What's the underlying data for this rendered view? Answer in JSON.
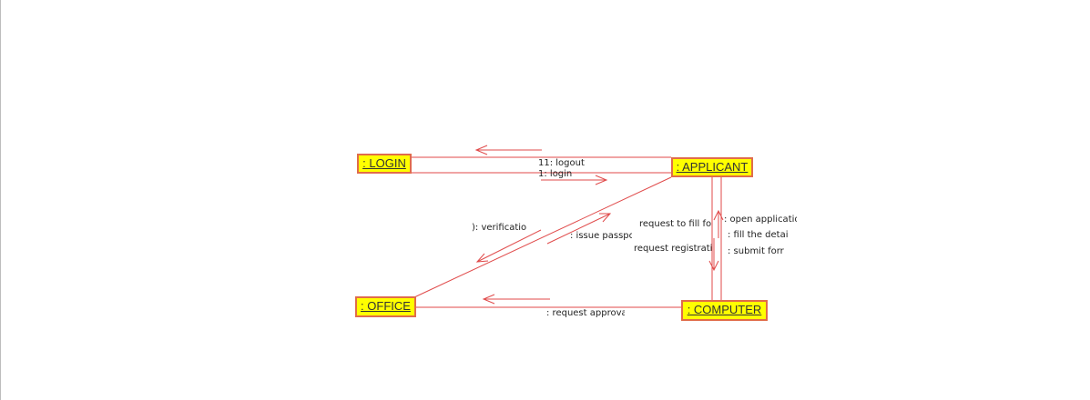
{
  "nodes": {
    "login": ": LOGIN",
    "applicant": ": APPLICANT",
    "office": ": OFFICE",
    "computer": ": COMPUTER"
  },
  "messages": {
    "logout": "11: logout",
    "login": "1: login",
    "verification": "): verification",
    "issue_passport": ": issue passpo",
    "request_fill_form": "request to fill for",
    "request_registration": "request registratic",
    "open_application": ": open applicatio",
    "fill_details": ": fill the detai",
    "submit_form": ": submit forr",
    "request_approval": ": request approva"
  },
  "colors": {
    "line": "#e04a4a",
    "node_fill": "#ffff00",
    "node_border": "#e06c4a"
  }
}
